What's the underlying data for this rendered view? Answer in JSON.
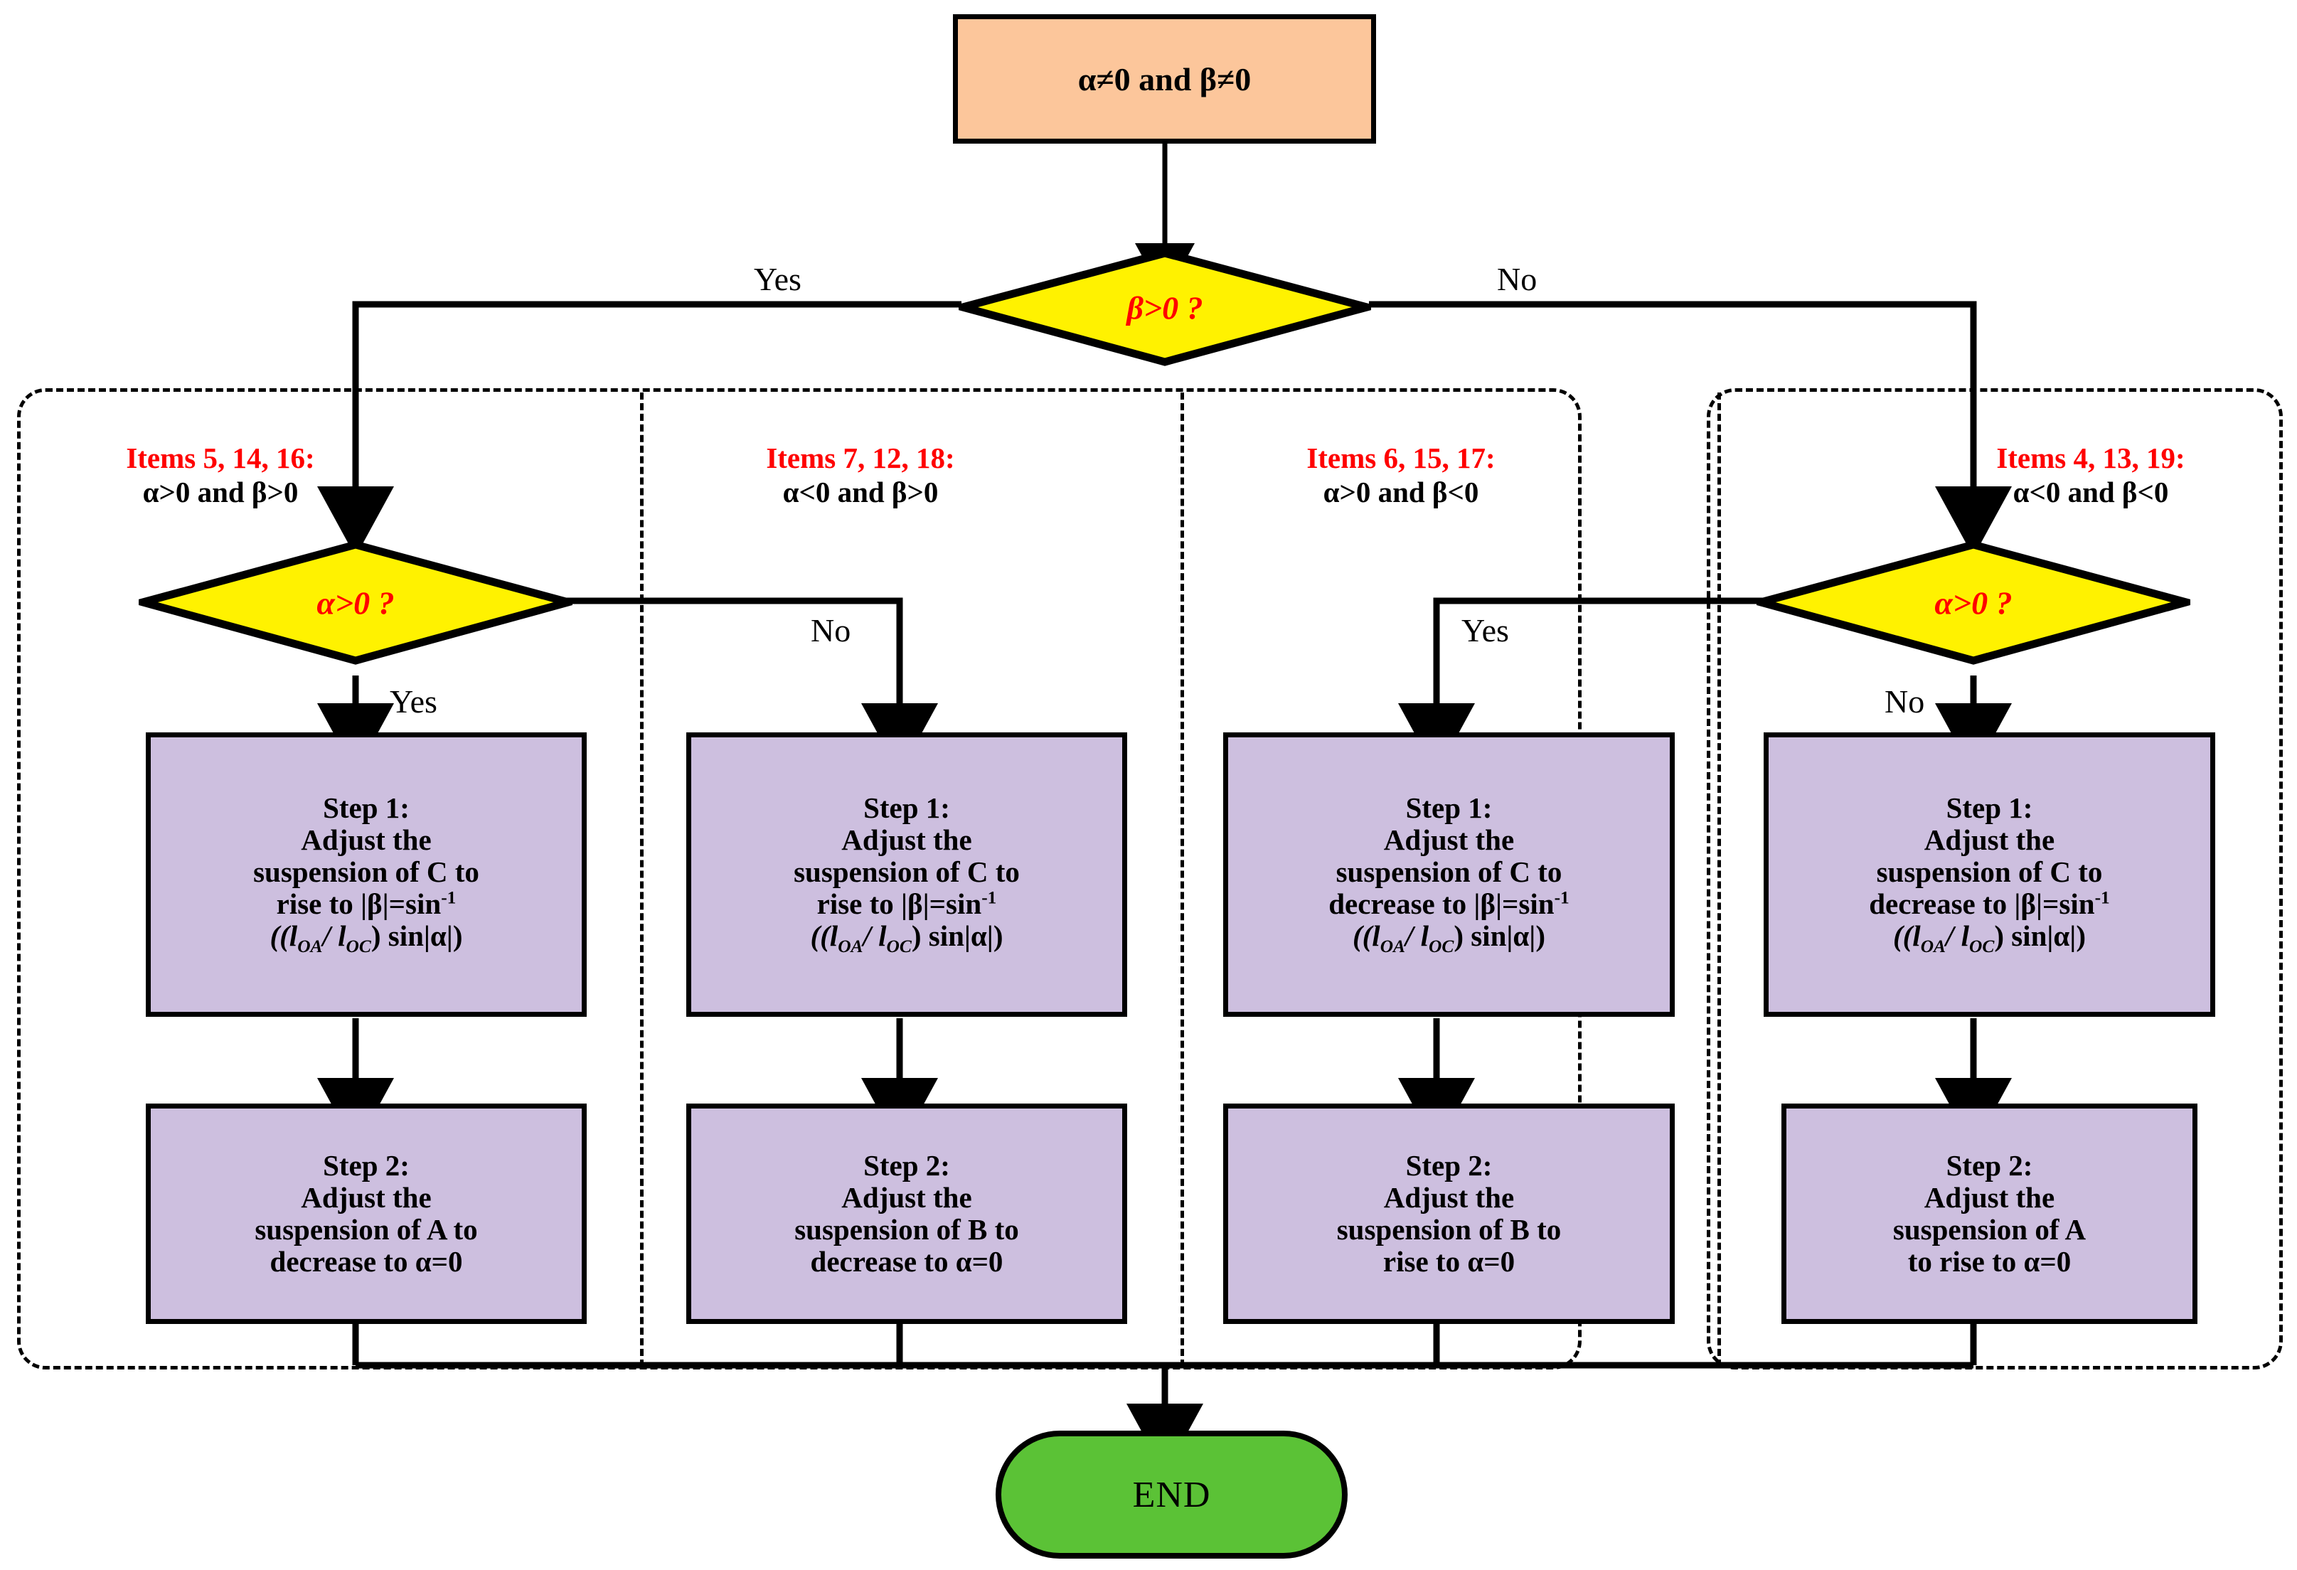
{
  "diagram": {
    "title_node": {
      "label": "α≠0 and β≠0",
      "fill": "#FCC69B"
    },
    "root_decision": {
      "label": "β>0 ?",
      "fill": "#FFF200",
      "text_color": "#FF0000"
    },
    "root_branches": {
      "yes": "Yes",
      "no": "No"
    },
    "end_node": {
      "label": "END",
      "fill": "#5BC236"
    },
    "colors": {
      "process_fill": "#CDBFDF",
      "decision_fill": "#FFF200",
      "start_fill": "#FCC69B",
      "end_fill": "#5BC236",
      "accent_red": "#FF0000",
      "stroke": "#000000"
    },
    "columns": [
      {
        "items_title": "Items 5, 14, 16:",
        "items_condition": "α>0 and β>0",
        "decision": {
          "label": "α>0 ?",
          "yes": "Yes",
          "no": "No"
        },
        "step1": {
          "heading": "Step 1:",
          "line1": "Adjust the",
          "line2": "suspension of C to",
          "line3": "rise to |β|=sin",
          "line3_sup": "-1",
          "line4": "((l",
          "line4_sub1": "OA",
          "line4_mid": "/ l",
          "line4_sub2": "OC",
          "line4_end": ") sin|α|)"
        },
        "step2": {
          "heading": "Step 2:",
          "line1": "Adjust the",
          "line2": "suspension of A to",
          "line3": "decrease to α=0"
        }
      },
      {
        "items_title": "Items 7, 12, 18:",
        "items_condition": "α<0 and β>0",
        "decision": null,
        "step1": {
          "heading": "Step 1:",
          "line1": "Adjust the",
          "line2": "suspension of C to",
          "line3": "rise to |β|=sin",
          "line3_sup": "-1",
          "line4": "((l",
          "line4_sub1": "OA",
          "line4_mid": "/ l",
          "line4_sub2": "OC",
          "line4_end": ") sin|α|)"
        },
        "step2": {
          "heading": "Step 2:",
          "line1": "Adjust the",
          "line2": "suspension of B to",
          "line3": "decrease to α=0"
        }
      },
      {
        "items_title": "Items 6, 15, 17:",
        "items_condition": "α>0 and β<0",
        "decision": null,
        "step1": {
          "heading": "Step 1:",
          "line1": "Adjust the",
          "line2": "suspension of C to",
          "line3": "decrease to |β|=sin",
          "line3_sup": "-1",
          "line4": "((l",
          "line4_sub1": "OA",
          "line4_mid": "/ l",
          "line4_sub2": "OC",
          "line4_end": ") sin|α|)"
        },
        "step2": {
          "heading": "Step 2:",
          "line1": "Adjust the",
          "line2": "suspension of B to",
          "line3": "rise to α=0"
        }
      },
      {
        "items_title": "Items 4, 13, 19:",
        "items_condition": "α<0 and β<0",
        "decision": {
          "label": "α>0 ?",
          "yes": "Yes",
          "no": "No"
        },
        "step1": {
          "heading": "Step 1:",
          "line1": "Adjust the",
          "line2": "suspension of C to",
          "line3": "decrease to |β|=sin",
          "line3_sup": "-1",
          "line4": "((l",
          "line4_sub1": "OA",
          "line4_mid": "/ l",
          "line4_sub2": "OC",
          "line4_end": ") sin|α|)"
        },
        "step2": {
          "heading": "Step 2:",
          "line1": "Adjust the",
          "line2": "suspension of A",
          "line3": "to rise to α=0"
        }
      }
    ],
    "left_decision_labels": {
      "yes": "Yes",
      "no": "No"
    },
    "right_decision_labels": {
      "yes": "Yes",
      "no": "No"
    }
  }
}
